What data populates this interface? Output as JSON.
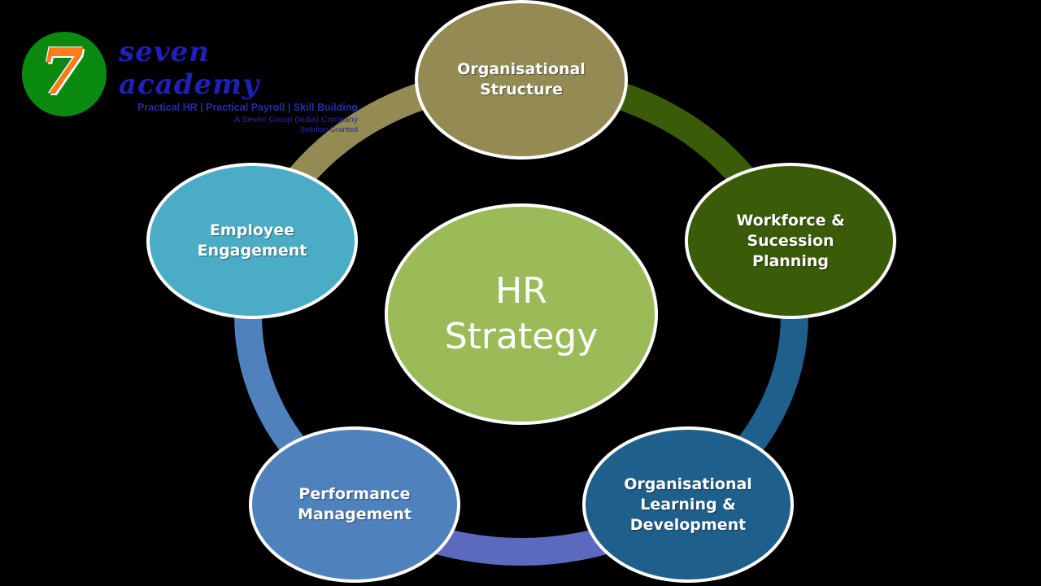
{
  "brand": {
    "logo_numeral": "7",
    "name": "seven academy",
    "tagline": "Practical HR | Practical Payroll | Skill Building",
    "company": "A Seven Group (India) Company",
    "subtitle": "Solution Granted",
    "colors": {
      "badge": "#0b8a12",
      "numeral": "#ff7a1a",
      "text": "#2020b8"
    }
  },
  "diagram": {
    "center": {
      "label": "HR\nStrategy",
      "color": "#9bbb59"
    },
    "nodes": [
      {
        "label": "Organisational\nStructure",
        "color": "#948a54"
      },
      {
        "label": "Workforce &\nSucession\nPlanning",
        "color": "#3a5b08"
      },
      {
        "label": "Organisational\nLearning &\nDevelopment",
        "color": "#1f5f8b"
      },
      {
        "label": "Performance\nManagement",
        "color": "#4f81bd"
      },
      {
        "label": "Employee\nEngagement",
        "color": "#4bacc6"
      }
    ],
    "connector_colors": [
      "#3a5b08",
      "#1f5f8b",
      "#5b6abf",
      "#4f81bd",
      "#948a54"
    ]
  }
}
